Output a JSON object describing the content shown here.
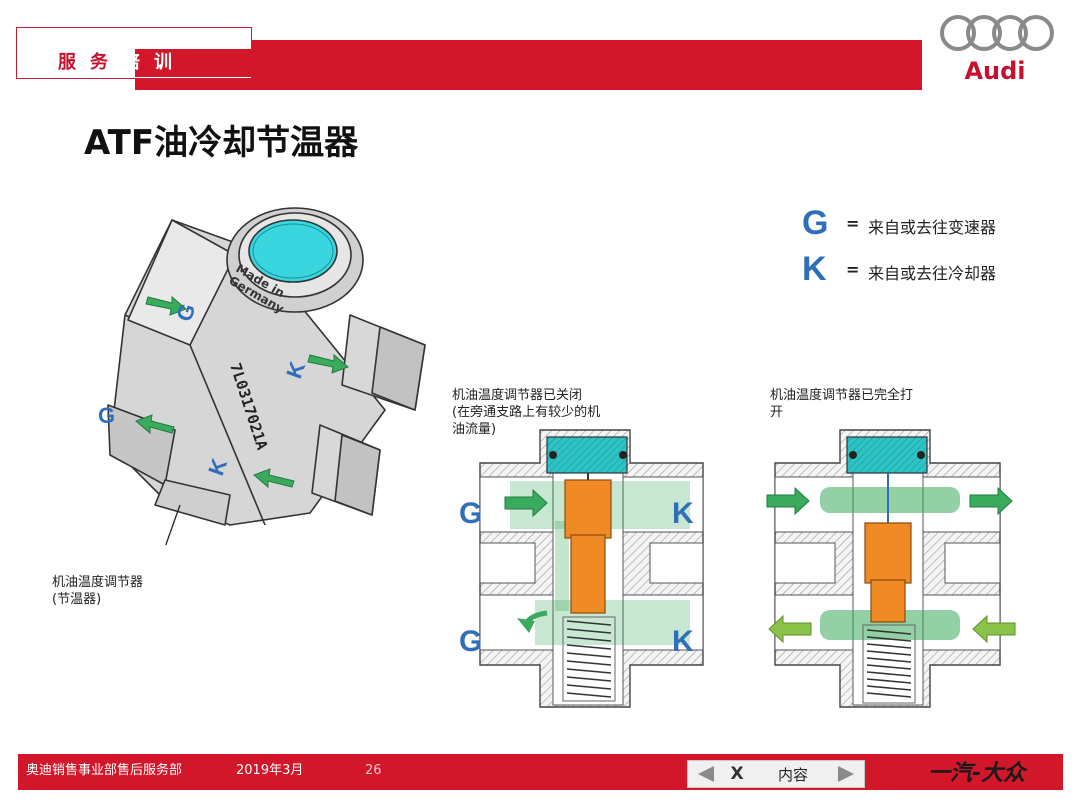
{
  "header": {
    "section_label_dark": "服务",
    "section_label_light": "培训",
    "logo_text": "Audi"
  },
  "title": "ATF油冷却节温器",
  "legend": [
    {
      "letter": "G",
      "eq": "=",
      "text": "来自或去往变速器"
    },
    {
      "letter": "K",
      "eq": "=",
      "text": "来自或去往冷却器"
    }
  ],
  "drawing": {
    "stamp_made_in": [
      "Made in",
      "Germany"
    ],
    "part_number": "7L0317021A",
    "port_labels": [
      "G",
      "G",
      "K",
      "K"
    ]
  },
  "callout": {
    "line1": "机油温度调节器",
    "line2": "(节温器)"
  },
  "section_closed": {
    "caption_lines": [
      "机油温度调节器已关闭",
      "(在旁通支路上有较少的机",
      "油流量)"
    ],
    "labels": [
      "G",
      "K",
      "G",
      "K"
    ]
  },
  "section_open": {
    "caption_lines": [
      "机油温度调节器已完全打",
      "开"
    ]
  },
  "footer": {
    "department": "奥迪销售事业部售后服务部",
    "date": "2019年3月",
    "page_number": "26",
    "nav_close": "X",
    "nav_contents": "内容",
    "brand": "一汽-大众"
  },
  "colors": {
    "brand_red": "#d3172b",
    "label_blue": "#2f6fba",
    "flow_green": "#3aaa5c",
    "piston_orange": "#f08a24",
    "cap_cyan": "#2ec4c6"
  }
}
